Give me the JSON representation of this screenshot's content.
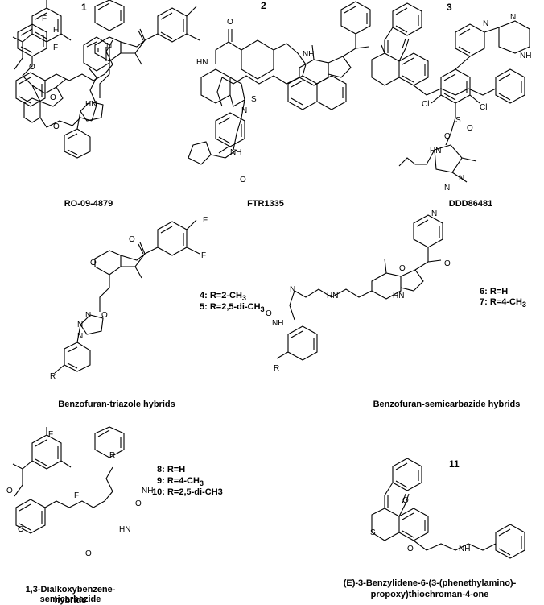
{
  "compounds": [
    {
      "number": "1",
      "name": "RO-09-4879"
    },
    {
      "number": "2",
      "name": "FTR1335"
    },
    {
      "number": "3",
      "name": "DDD86481"
    },
    {
      "caption": "Benzofuran-triazole hybrids",
      "r_groups": [
        {
          "num": "4",
          "text": "R=2-CH",
          "sub": "3"
        },
        {
          "num": "5",
          "text": "R=2,5-di-CH",
          "sub": "3"
        }
      ]
    },
    {
      "caption": "Benzofuran-semicarbazide hybrids",
      "r_groups": [
        {
          "num": "6",
          "text": "R=H",
          "sub": ""
        },
        {
          "num": "7",
          "text": "R=4-CH",
          "sub": "3"
        }
      ]
    },
    {
      "caption_line1": "1,3-Dialkoxybenzene-semicarbazide",
      "caption_line2": "hybrids",
      "r_groups": [
        {
          "num": "8",
          "text": "R=H",
          "sub": ""
        },
        {
          "num": "9",
          "text": "R=4-CH",
          "sub": "3"
        },
        {
          "num": "10",
          "text": "R=2,5-di-CH3",
          "sub": ""
        }
      ]
    },
    {
      "number": "11",
      "caption_line1": "(E)-3-Benzylidene-6-(3-(phenethylamino)-",
      "caption_line2": "propoxy)thiochroman-4-one"
    }
  ],
  "atoms": [
    "F",
    "O",
    "N",
    "H",
    "S",
    "Cl",
    "R",
    "NH",
    "HN"
  ]
}
